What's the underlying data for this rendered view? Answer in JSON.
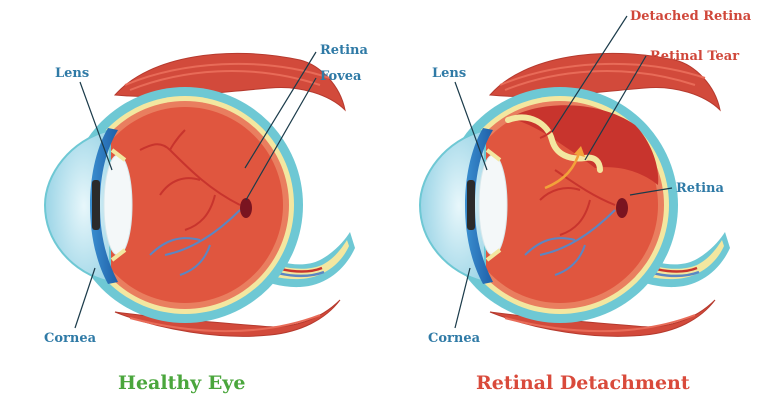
{
  "healthy": {
    "caption": "Healthy Eye",
    "labels": {
      "lens": "Lens",
      "cornea": "Cornea",
      "retina": "Retina",
      "fovea": "Fovea"
    }
  },
  "detached": {
    "caption": "Retinal Detachment",
    "labels": {
      "lens": "Lens",
      "cornea": "Cornea",
      "retina": "Retina",
      "detached_retina": "Detached Retina",
      "retinal_tear": "Retinal Tear"
    }
  },
  "colors": {
    "muscle": "#d24a3b",
    "sclera": "#6ec8d4",
    "choroid": "#f3e7a0",
    "vitreous": "#e0563f",
    "vessel_red": "#c8342d",
    "vessel_blue": "#5c86c2",
    "cornea": "#9fd8ea",
    "iris": "#2a6fb8",
    "healthy_caption": "#4aa63c",
    "detached_caption": "#d94a3b",
    "tear_arrow": "#f2a23a"
  }
}
